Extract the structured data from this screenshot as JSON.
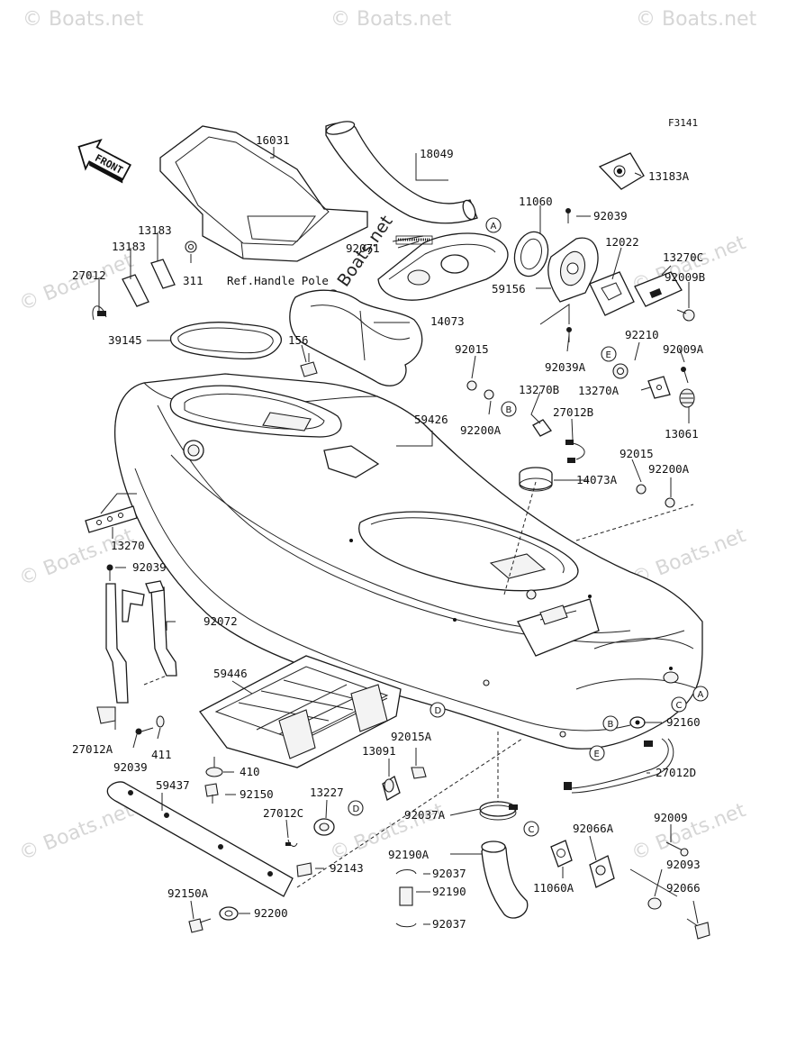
{
  "figure_code": "F3141",
  "watermark_text": "© Boats.net",
  "front_arrow_text": "FRONT",
  "ref_handle_pole": "Ref.Handle Pole",
  "callouts": [
    "A",
    "B",
    "C",
    "D",
    "E"
  ],
  "labels": {
    "p16031": "16031",
    "p18049": "18049",
    "p13183A": "13183A",
    "p11060": "11060",
    "p92039_top": "92039",
    "p12022": "12022",
    "p13270C": "13270C",
    "p92009B": "92009B",
    "p13183_a": "13183",
    "p13183_b": "13183",
    "p27012": "27012",
    "p311": "311",
    "p92071": "92071",
    "p59156": "59156",
    "p14073": "14073",
    "p39145": "39145",
    "p156": "156",
    "p92015": "92015",
    "p92039A": "92039A",
    "p92210": "92210",
    "p92009A": "92009A",
    "p13270B": "13270B",
    "p13270A": "13270A",
    "p59426": "59426",
    "p27012B": "27012B",
    "p92200A": "92200A",
    "p13061": "13061",
    "p92015_b": "92015",
    "p92200A_b": "92200A",
    "p14073A": "14073A",
    "p13270": "13270",
    "p92039_left": "92039",
    "p92072": "92072",
    "p59446": "59446",
    "p27012A": "27012A",
    "p411": "411",
    "p92039_low": "92039",
    "p410": "410",
    "p92160": "92160",
    "p92015A": "92015A",
    "p13091": "13091",
    "p27012D": "27012D",
    "p59437": "59437",
    "p92150": "92150",
    "p13227": "13227",
    "p27012C": "27012C",
    "p92037A": "92037A",
    "p92066A": "92066A",
    "p92009_low": "92009",
    "p92190A": "92190A",
    "p92143": "92143",
    "p92037_a": "92037",
    "p92190": "92190",
    "p92037_b": "92037",
    "p11060A": "11060A",
    "p92093": "92093",
    "p92066": "92066",
    "p92150A": "92150A",
    "p92200": "92200"
  }
}
